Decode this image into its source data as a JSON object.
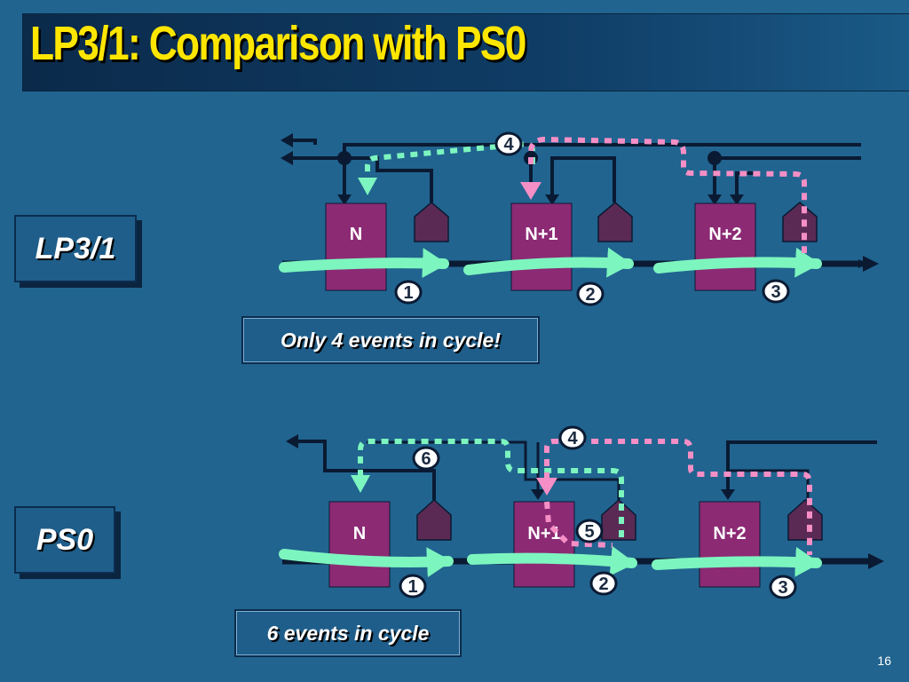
{
  "title": "LP3/1: Comparison with PS0",
  "slide_number": "16",
  "top_diagram": {
    "label": "LP3/1",
    "note": "Only 4 events in cycle!",
    "stages": [
      "N",
      "N+1",
      "N+2"
    ],
    "events": [
      "1",
      "2",
      "3",
      "4"
    ]
  },
  "bottom_diagram": {
    "label": "PS0",
    "note": "6 events in cycle",
    "stages": [
      "N",
      "N+1",
      "N+2"
    ],
    "events": [
      "1",
      "2",
      "3",
      "4",
      "5",
      "6"
    ]
  },
  "colors": {
    "background": "#21648f",
    "title_text": "#ffe600",
    "stage_fill": "#8c2a74",
    "c_element_fill": "#5a2a55",
    "wire": "#0a1a33",
    "green_flow": "#7df5bf",
    "pink_flow": "#f58fc6"
  }
}
